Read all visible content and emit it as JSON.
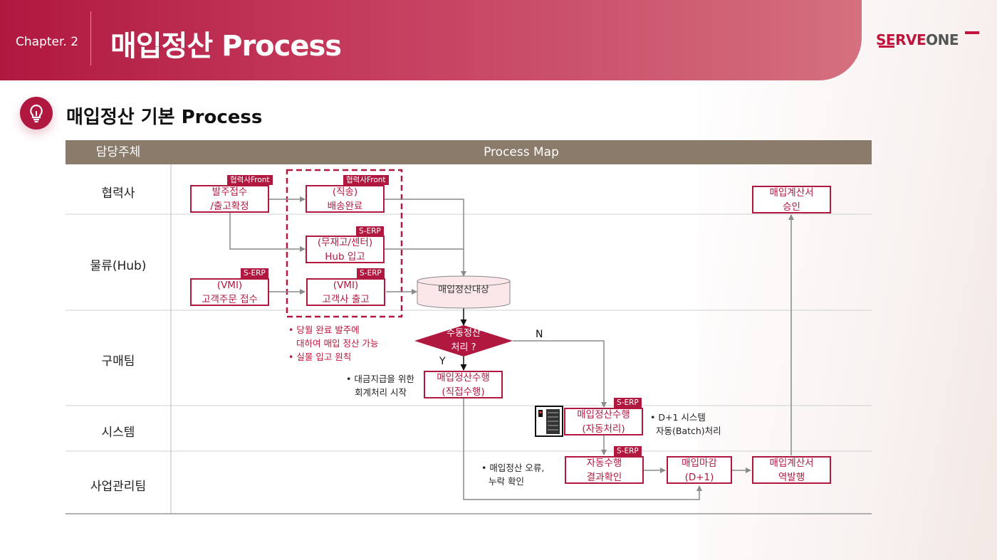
{
  "header": {
    "chapter": "Chapter. 2",
    "title": "매입정산 Process",
    "logo": {
      "part1": "SERVE",
      "part2": "ONE"
    }
  },
  "section": {
    "title": "매입정산 기본 Process",
    "icon": "lightbulb-icon"
  },
  "table": {
    "col_owner": "담당주체",
    "col_map": "Process Map",
    "lanes": [
      "협력사",
      "물류(Hub)",
      "구매팀",
      "시스템",
      "사업관리팀"
    ]
  },
  "boxes": {
    "order_receipt": {
      "line1": "발주접수",
      "line2": "/출고확정",
      "tag": "협력사Front"
    },
    "direct_ship": {
      "line1": "(직송)",
      "line2": "배송완료",
      "tag": "협력사Front"
    },
    "invoice_approve": {
      "line1": "매입계산서",
      "line2": "승인"
    },
    "hub_receipt": {
      "line1": "(무재고/센터)",
      "line2": "Hub 입고",
      "tag": "S-ERP"
    },
    "vmi_order": {
      "line1": "(VMI)",
      "line2": "고객주문 접수",
      "tag": "S-ERP"
    },
    "vmi_ship": {
      "line1": "(VMI)",
      "line2": "고객사 출고",
      "tag": "S-ERP"
    },
    "settle_target": {
      "label": "매입정산대상"
    },
    "manual_decision": {
      "line1": "수동정산",
      "line2": "처리 ?",
      "yes": "Y",
      "no": "N"
    },
    "manual_settle": {
      "line1": "매입정산수행",
      "line2": "(직접수행)"
    },
    "auto_settle": {
      "line1": "매입정산수행",
      "line2": "(자동처리)",
      "tag": "S-ERP"
    },
    "auto_check": {
      "line1": "자동수행",
      "line2": "결과확인",
      "tag": "S-ERP"
    },
    "closing": {
      "line1": "매입마감",
      "line2": "(D+1)"
    },
    "invoice_reissue": {
      "line1": "매입계산서",
      "line2": "역발행"
    }
  },
  "notes": {
    "month_note": {
      "line1": "• 당월 완료 발주에",
      "line2": "대하여 매입 정산 가능",
      "line3": "• 실물 입고 원칙"
    },
    "payment_note": {
      "line1": "• 대금지급을 위한",
      "line2": "회계처리 시작"
    },
    "system_note": {
      "line1": "• D+1 시스템",
      "line2": "자동(Batch)처리"
    },
    "error_note": {
      "line1": "• 매입정산 오류,",
      "line2": "누락 확인"
    }
  },
  "colors": {
    "brand": "#b01840",
    "header_table": "#8b7b6b",
    "arrow": "#8a8a8a"
  }
}
